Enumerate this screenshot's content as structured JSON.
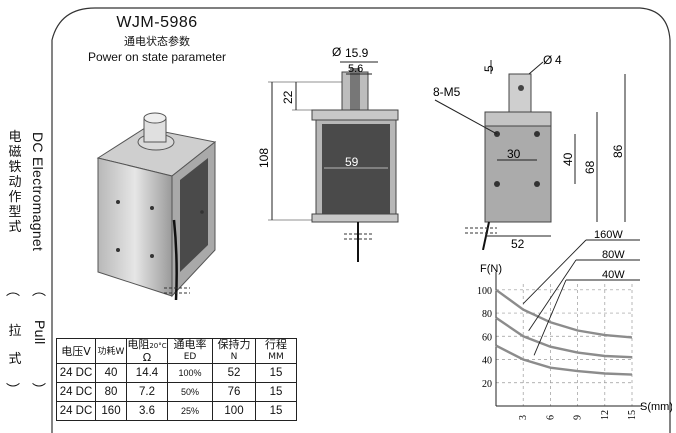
{
  "header": {
    "model": "WJM-5986",
    "subtitle_cn": "通电状态参数",
    "subtitle_en": "Power on state parameter"
  },
  "side_label": {
    "chinese": "电磁铁动作型式",
    "english": "DC Electromagnet",
    "pull_cn": "拉式",
    "pull_en": "Pull",
    "paren_open": "︵",
    "paren_close": "︶"
  },
  "spec_table": {
    "headers": [
      {
        "main": "电压V",
        "sub": ""
      },
      {
        "main": "功耗W",
        "sub": ""
      },
      {
        "main": "电阻",
        "sub": "Ω",
        "note": "20°C"
      },
      {
        "main": "通电率",
        "sub": "ED"
      },
      {
        "main": "保持力",
        "sub": "N"
      },
      {
        "main": "行程",
        "sub": "MM"
      }
    ],
    "rows": [
      [
        "24 DC",
        "40",
        "14.4",
        "100%",
        "52",
        "15"
      ],
      [
        "24 DC",
        "80",
        "7.2",
        "50%",
        "76",
        "15"
      ],
      [
        "24 DC",
        "160",
        "3.6",
        "25%",
        "100",
        "15"
      ]
    ]
  },
  "dimensions": {
    "shaft_dia": "15.9",
    "shaft_width": "5.6",
    "top_height": "22",
    "body_height": "108",
    "body_width": "59",
    "pin_offset": "5",
    "pin_dia": "4",
    "mount_holes": "8-M5",
    "hole_spacing_h": "30",
    "hole_spacing_v": "40",
    "side_height_a": "68",
    "side_height_b": "86",
    "side_width": "52",
    "dia_symbol": "Ø"
  },
  "chart_data": {
    "type": "line",
    "xlabel": "S(mm)",
    "ylabel": "F(N)",
    "x_ticks": [
      3,
      6,
      9,
      12,
      15
    ],
    "y_ticks": [
      20,
      40,
      60,
      80,
      100
    ],
    "xlim": [
      0,
      15
    ],
    "ylim": [
      0,
      105
    ],
    "series": [
      {
        "name": "160W",
        "x": [
          0,
          3,
          6,
          9,
          12,
          15
        ],
        "y": [
          100,
          83,
          72,
          65,
          61,
          59
        ]
      },
      {
        "name": "80W",
        "x": [
          0,
          3,
          6,
          9,
          12,
          15
        ],
        "y": [
          76,
          60,
          51,
          46,
          43,
          42
        ]
      },
      {
        "name": "40W",
        "x": [
          0,
          3,
          6,
          9,
          12,
          15
        ],
        "y": [
          52,
          40,
          33,
          30,
          28,
          27
        ]
      }
    ]
  }
}
